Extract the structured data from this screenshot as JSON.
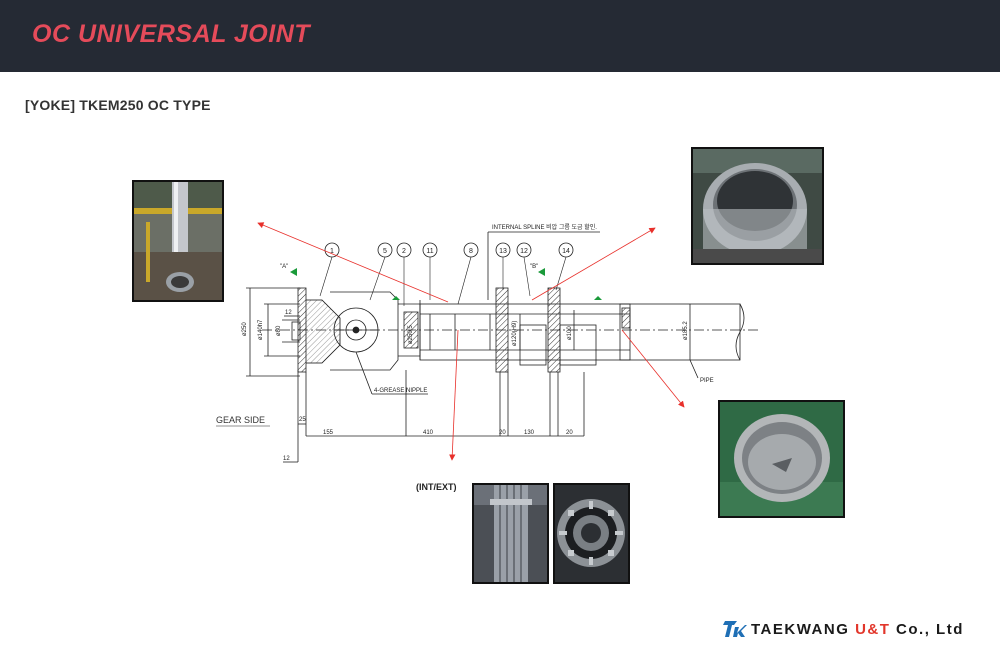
{
  "header": {
    "title": "OC UNIVERSAL JOINT",
    "title_color": "#e54b5a",
    "bg_color": "#252a34"
  },
  "subtitle": "[YOKE] TKEM250 OC TYPE",
  "drawing": {
    "gear_side": "GEAR SIDE",
    "pipe_label": "PIPE",
    "grease_nipple": "4-GREASE NIPPLE",
    "internal_spline_note": "INTERNAL SPLINE 비압 그름 도금 할인.",
    "int_ext_label": "(INT/EXT)",
    "section_a": "\"A\"",
    "section_b": "\"B\"",
    "balloons": [
      "1",
      "5",
      "2",
      "11",
      "8",
      "13",
      "12",
      "14"
    ],
    "dim_vertical": [
      "ø250",
      "ø140h7",
      "ø80",
      "ø120(H9)",
      "ø100",
      "ø185.2",
      "ø250.5"
    ],
    "dim_horizontal": [
      "12",
      "25",
      "155",
      "410",
      "20",
      "130",
      "20",
      "12"
    ],
    "arrow_color": "#e8302b"
  },
  "logo": {
    "name_part1": "TAEKWANG ",
    "name_accent": "U&T",
    "name_part2": " Co., Ltd",
    "accent_color": "#e2362b"
  }
}
